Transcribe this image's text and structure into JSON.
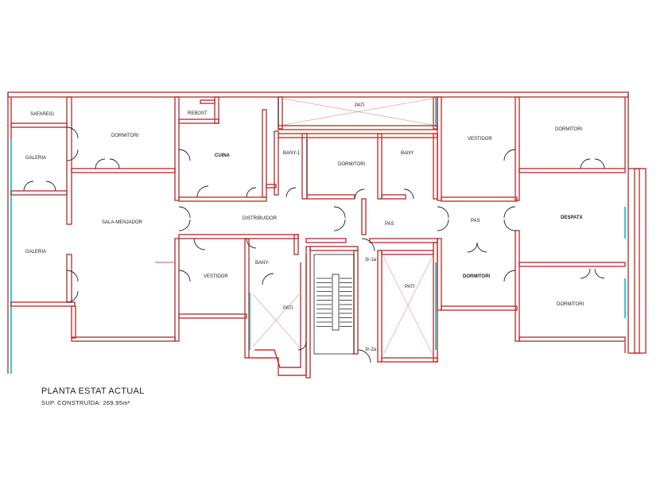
{
  "rooms": {
    "safareig": "SAFAREIG",
    "galeria_top": "GALERIA",
    "galeria_bottom": "GALERIA",
    "dormitori_1": "DORMITORI",
    "rebost": "REBOST",
    "cuina": "CUINA",
    "bany_1": "BANY-1",
    "dormitori_2": "DORMITORI",
    "bany_top": "BANY",
    "pati_top": "PATI",
    "vestidor_right": "VESTIDOR",
    "dormitori_3": "DORMITORI",
    "sala_menjador": "SALA-MENJADOR",
    "distribuidor": "DISTRIBUIDOR",
    "pas_center": "PAS",
    "pas_right": "PAS",
    "despatx": "DESPATX",
    "bany_small": "BANY-",
    "vestidor_left": "VESTIDOR",
    "pati_left": "PATI",
    "pati_right": "PATI",
    "stair_top": "3r-1a",
    "stair_bottom": "3r-2a",
    "dormitori_4": "DORMITORI",
    "dormitori_5": "DORMITORI"
  },
  "title_block": {
    "title": "PLANTA ESTAT ACTUAL",
    "subtitle": "SUP. CONSTRUÏDA: 269.95m²"
  },
  "colors": {
    "wall": "#b53a3a",
    "glazing": "#33cccc",
    "door": "#222222"
  }
}
